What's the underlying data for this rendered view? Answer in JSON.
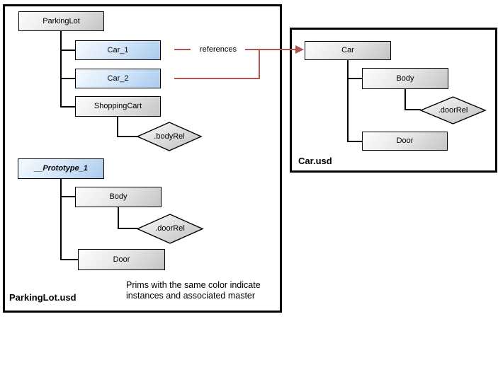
{
  "files": {
    "parkinglot": {
      "label": "ParkingLot.usd"
    },
    "car": {
      "label": "Car.usd"
    }
  },
  "nodes": {
    "parkinglot": "ParkingLot",
    "car_1": "Car_1",
    "car_2": "Car_2",
    "shoppingcart": "ShoppingCart",
    "bodyrel": ".bodyRel",
    "prototype_1": "__Prototype_1",
    "proto_body": "Body",
    "proto_doorrel": ".doorRel",
    "proto_door": "Door",
    "car": "Car",
    "car_body": "Body",
    "car_doorrel": ".doorRel",
    "car_door": "Door"
  },
  "reference": {
    "label": "references"
  },
  "legend": {
    "line1": "Prims with the same color indicate",
    "line2": "instances and associated master"
  },
  "colors": {
    "reference_red": "#b25551",
    "instance_blue": "#a9cbee",
    "prim_gray": "#c5c5c5",
    "outline_black": "#000000"
  }
}
